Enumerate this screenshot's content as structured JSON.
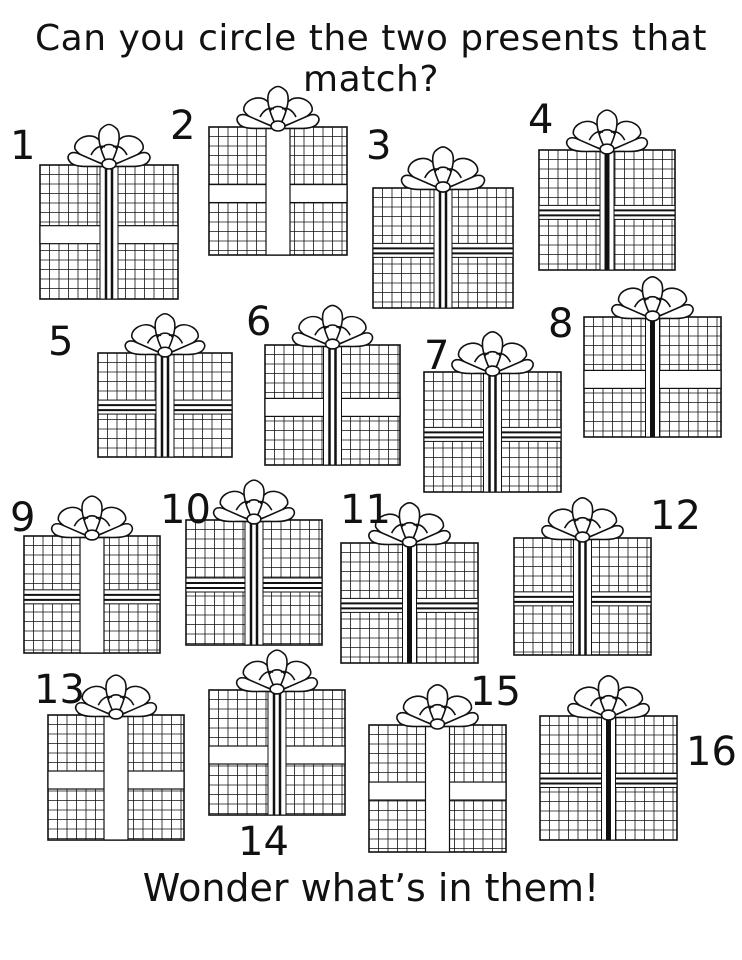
{
  "title": "Can you circle the two presents that match?",
  "footer": "Wonder what’s in them!",
  "colors": {
    "ink": "#111111",
    "paper": "#ffffff"
  },
  "presents": [
    {
      "number": "1",
      "ribbon": "double-vertical",
      "band": "wide-light"
    },
    {
      "number": "2",
      "ribbon": "wide-light",
      "band": "wide-light"
    },
    {
      "number": "3",
      "ribbon": "double-vertical",
      "band": "double-lines"
    },
    {
      "number": "4",
      "ribbon": "single-dark",
      "band": "double-lines"
    },
    {
      "number": "5",
      "ribbon": "double-vertical",
      "band": "double-lines"
    },
    {
      "number": "6",
      "ribbon": "double-vertical",
      "band": "wide-light"
    },
    {
      "number": "7",
      "ribbon": "double-vertical",
      "band": "double-lines"
    },
    {
      "number": "8",
      "ribbon": "single-dark",
      "band": "wide-light"
    },
    {
      "number": "9",
      "ribbon": "wide-light",
      "band": "double-lines"
    },
    {
      "number": "10",
      "ribbon": "double-vertical",
      "band": "double-lines"
    },
    {
      "number": "11",
      "ribbon": "single-dark",
      "band": "double-lines"
    },
    {
      "number": "12",
      "ribbon": "double-vertical",
      "band": "double-lines"
    },
    {
      "number": "13",
      "ribbon": "wide-light",
      "band": "wide-light"
    },
    {
      "number": "14",
      "ribbon": "double-vertical",
      "band": "wide-light"
    },
    {
      "number": "15",
      "ribbon": "wide-light",
      "band": "wide-light"
    },
    {
      "number": "16",
      "ribbon": "single-dark",
      "band": "double-lines"
    }
  ]
}
